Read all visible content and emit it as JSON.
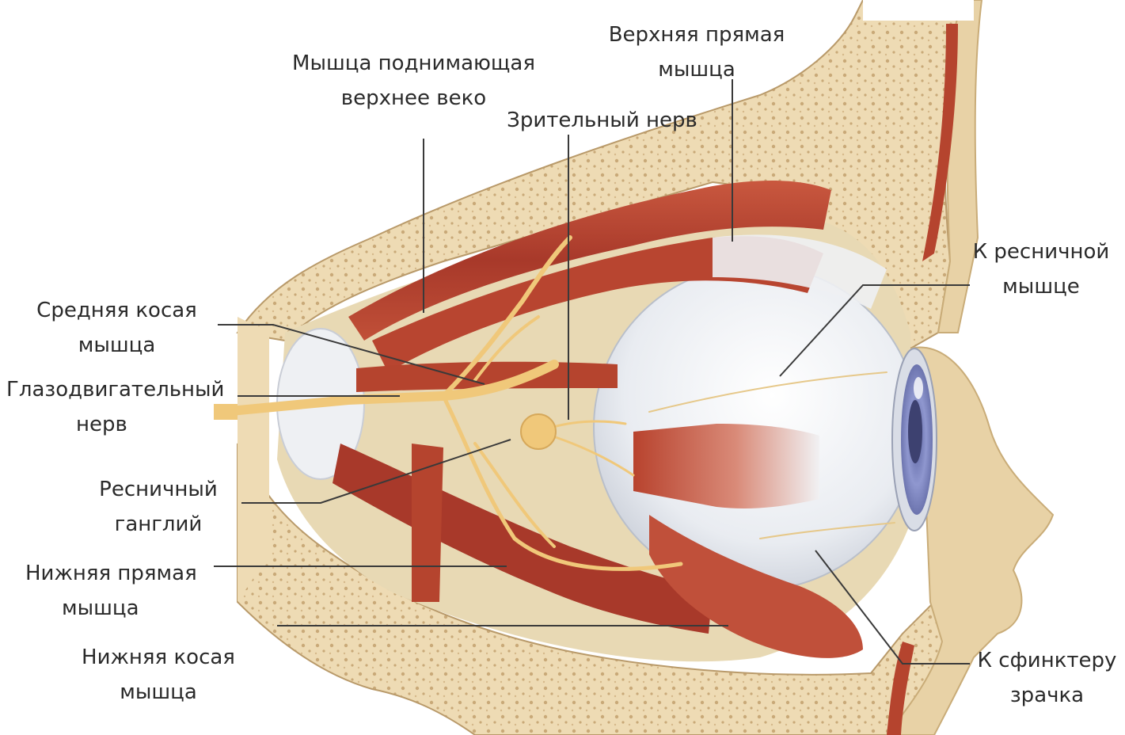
{
  "labels": {
    "levator": [
      "Мышца поднимающая",
      "верхнее веко"
    ],
    "superior_rectus": [
      "Верхняя прямая",
      "мышца"
    ],
    "optic_nerve": [
      "Зрительный нерв"
    ],
    "to_ciliary_muscle": [
      "К ресничной",
      "мышце"
    ],
    "superior_oblique": [
      "Средняя косая",
      "мышца"
    ],
    "oculomotor_nerve": [
      "Глазодвигательный",
      "нерв"
    ],
    "ciliary_ganglion": [
      "Ресничный",
      "ганглий"
    ],
    "inferior_rectus": [
      "Нижняя прямая",
      "мышца"
    ],
    "inferior_oblique": [
      "Нижняя косая",
      "мышца"
    ],
    "to_pupil_sphincter": [
      "К сфинктеру",
      "зрачка"
    ]
  },
  "colors": {
    "bone": "#eedbb4",
    "bone_dot": "#c9a978",
    "muscle": "#b5442e",
    "muscle_light": "#d9735a",
    "tendon": "#eef0f3",
    "sclera": "#f1f3f6",
    "iris": "#8a92c8",
    "nerve": "#f0c87a",
    "skin": "#e8d2a6",
    "leader": "#3a3a3a"
  }
}
